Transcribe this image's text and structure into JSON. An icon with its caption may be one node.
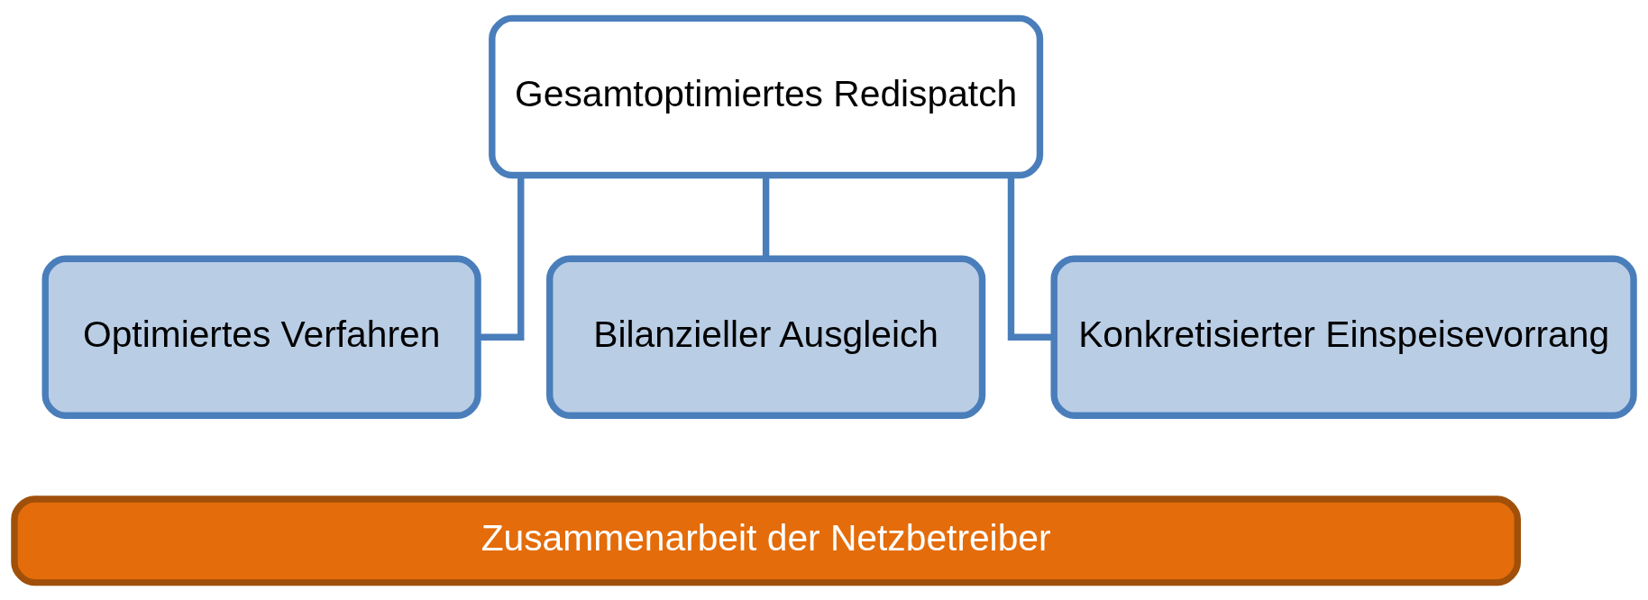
{
  "diagram": {
    "nodes": [
      {
        "text": [
          "Gesamtoptimiertes Redispatch"
        ]
      },
      {
        "text": [
          "Optimiertes Verfahren"
        ]
      },
      {
        "text": [
          "Bilanzieller Ausgleich"
        ]
      },
      {
        "text": [
          "Konkretisierter Einspeisevorrang"
        ]
      },
      {
        "text": [
          "Zusammenarbeit der Netzbetreiber"
        ]
      }
    ],
    "edges": [
      {
        "from": 0,
        "to": 1,
        "arrow": "none"
      },
      {
        "from": 0,
        "to": 2,
        "arrow": "none"
      },
      {
        "from": 0,
        "to": 3,
        "arrow": "none"
      }
    ]
  }
}
